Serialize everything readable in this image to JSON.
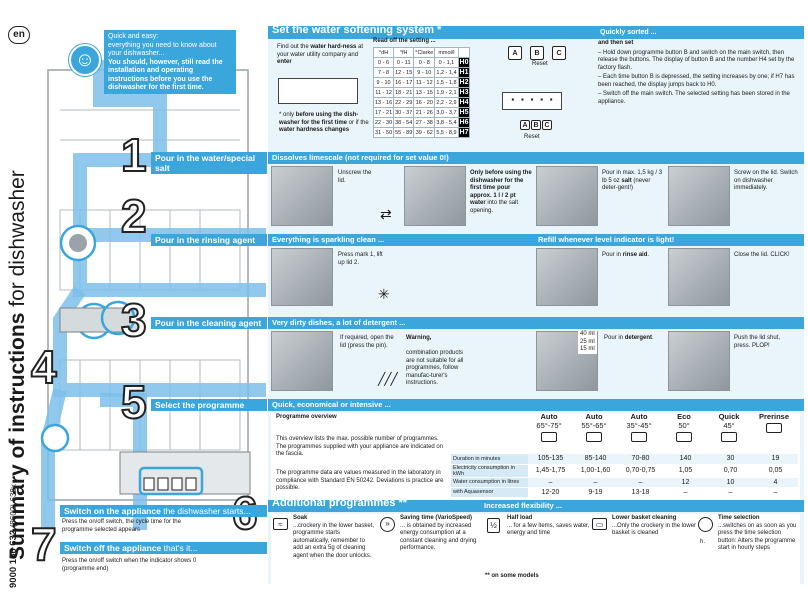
{
  "lang": "en",
  "vertical_title": "Summary of instructions",
  "vertical_title_suffix": "for dishwasher",
  "doc_number": "9000 156 632",
  "doc_code": "(8602)",
  "doc_lang": "638x",
  "intro": {
    "line1": "Quick and easy:",
    "line2": "everything you need to know about your dishwasher...",
    "bold": "You should, however, still read the installation and operating instructions before you use the dishwasher for the first time."
  },
  "softening": {
    "title": "Set the water softening system *",
    "read_off": "Read off the setting ...",
    "find_pre": "Find out the ",
    "find_b1": "water hard-ness",
    "find_mid": " at your water utility company and ",
    "find_b2": "enter",
    "note_pre": "* only ",
    "note_b1": "before using the dish-washer for the first time",
    "note_mid": " or if the ",
    "note_b2": "water hardness changes",
    "table_head": [
      "°dH",
      "°fH",
      "°Clarke",
      "mmol/l"
    ],
    "table_rows": [
      [
        "0 - 6",
        "0 - 11",
        "0 - 8",
        "0 - 1,1",
        "H0"
      ],
      [
        "7 - 8",
        "12 - 15",
        "9 - 10",
        "1,2 - 1,4",
        "H1"
      ],
      [
        "9 - 10",
        "16 - 17",
        "11 - 12",
        "1,5 - 1,8",
        "H2"
      ],
      [
        "11 - 12",
        "18 - 21",
        "13 - 15",
        "1,9 - 2,1",
        "H3"
      ],
      [
        "13 - 16",
        "22 - 29",
        "16 - 20",
        "2,2 - 2,9",
        "H4"
      ],
      [
        "17 - 21",
        "30 - 37",
        "21 - 26",
        "3,0 - 3,7",
        "H5"
      ],
      [
        "22 - 30",
        "38 - 54",
        "27 - 38",
        "3,8 - 5,4",
        "H6"
      ],
      [
        "31 - 50",
        "55 - 89",
        "39 - 62",
        "5,5 - 8,9",
        "H7"
      ]
    ],
    "buttons": [
      "A",
      "B",
      "C"
    ],
    "reset": "Reset",
    "quick_sorted": "Quickly sorted ...",
    "and_then_set": "and then set",
    "steps": [
      "– Hold down programme button B and switch on the main switch, then release the buttons. The display of button B and the number H4 set by the factory flash.",
      "– Each time button B is depressed, the setting increases by one; if H7 has been reached, the display jumps back to H0.",
      "– Switch off the main switch. The selected setting has been stored in the appliance."
    ]
  },
  "step1": {
    "num": "1",
    "label": "Pour in the water/special salt",
    "band": "Dissolves limescale (not required for set value 0!)",
    "t1": "Unscrew the lid.",
    "t2_b": "Only before using the dishwasher for the first time pour approx. 1 l / 2 pt water",
    "t2": " into the salt opening.",
    "t3_pre": "Pour in max. 1,5 kg / 3 lb 5 oz ",
    "t3_b": "salt",
    "t3": " (never deter-gent!)",
    "t4": "Screw on the lid. Switch on dishwasher immediately."
  },
  "step2": {
    "num": "2",
    "label": "Pour in the rinsing agent",
    "band": "Everything is sparkling clean ...",
    "band2": "Refill whenever level indicator is light!",
    "t1": "Press mark 1, lift up lid 2.",
    "t2_pre": "Pour in ",
    "t2_b": "rinse aid",
    "t2": ".",
    "t3": "Close the lid. CLICK!"
  },
  "step3": {
    "num": "3",
    "label": "Pour in the cleaning agent",
    "band": "Very dirty dishes, a lot of detergent ...",
    "t1": "If required, open the lid (press the pin).",
    "warn": "Warning,",
    "t2": "combination products are not suitable for all programmes, follow manufac-turer's instructions.",
    "ml": [
      "40 ml",
      "25 ml",
      "15 ml"
    ],
    "t3_pre": "Pour in ",
    "t3_b": "detergent",
    "t3": ".",
    "t4": "Push the lid shut, press. PLOP!"
  },
  "step4": {
    "num": "4",
    "label": "Switch on the appliance",
    "label2": "the dishwasher starts...",
    "text": "Press the on/off switch, the cycle time for the programme selected appears"
  },
  "step5": {
    "num": "5",
    "label": "Select the programme",
    "band": "Quick, economical or intensive ...",
    "overview": "Programme overview",
    "p1": "This overview lists the max. possible number of programmes. The programmes supplied with your appliance are indicated on the fascia.",
    "p2": "The programme data are values measured in the laboratory in compliance with Standard EN 50242. Deviations is practice are possible.",
    "programs": [
      {
        "name": "Auto",
        "temp": "65°-75°"
      },
      {
        "name": "Auto",
        "temp": "55°-65°"
      },
      {
        "name": "Auto",
        "temp": "35°-45°"
      },
      {
        "name": "Eco",
        "temp": "50°"
      },
      {
        "name": "Quick",
        "temp": "45°"
      },
      {
        "name": "Prerinse",
        "temp": ""
      }
    ],
    "rows": [
      {
        "label": "Duration in minutes",
        "vals": [
          "105-135",
          "85-140",
          "70-80",
          "140",
          "30",
          "19"
        ]
      },
      {
        "label": "Electricity consumption in kWh",
        "vals": [
          "1,45-1,75",
          "1,00-1,60",
          "0,70-0,75",
          "1,05",
          "0,70",
          "0,05"
        ]
      },
      {
        "label": "Water consumption in litres",
        "vals": [
          "–",
          "–",
          "–",
          "12",
          "10",
          "4"
        ]
      },
      {
        "label": "with Aquasensor",
        "vals": [
          "12-20",
          "9-19",
          "13-18",
          "–",
          "–",
          "–"
        ]
      }
    ]
  },
  "step6": {
    "num": "6",
    "title": "Additional programmes **",
    "band": "Increased flexibility ...",
    "items": [
      {
        "name": "Soak",
        "text": "...crockery in the lower basket, programme starts automatically, remember to add an extra 5g of cleaning agent when the door unlocks."
      },
      {
        "name": "Saving time (VarioSpeed)",
        "text": "... is obtained by increased energy consumption at a constant cleaning and drying performance."
      },
      {
        "name": "Half load",
        "text": "... for a few items, saves water, energy and time"
      },
      {
        "name": "Lower basket cleaning",
        "text": "...Only the crockery in the lower basket is cleaned"
      },
      {
        "name": "Time selection",
        "text": "...switches on as soon as you press the time selection button: Alters the programme start in hourly steps"
      }
    ],
    "note": "** on some models",
    "half_icon": "½",
    "h_icon": "h."
  },
  "step7": {
    "num": "7",
    "label": "Switch off the appliance",
    "label2": "that's it...",
    "text": "Press the on/off switch when the indicator shows 0 (programme end)"
  }
}
